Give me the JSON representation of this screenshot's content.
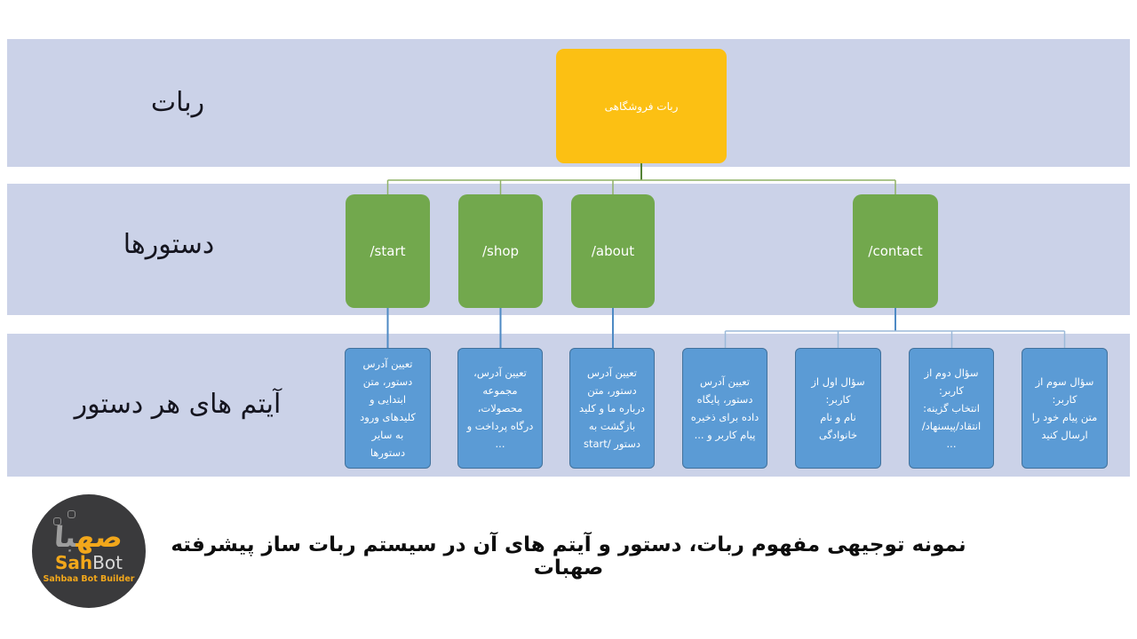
{
  "colors": {
    "band": "#cbd2e8",
    "root_box": "#fcc013",
    "command_box": "#72a84d",
    "item_box": "#5b9bd5",
    "item_border": "#41719c",
    "connector_green_dark": "#548235",
    "connector_green": "#8fb267",
    "connector_blue": "#4e8ac4",
    "connector_blue_light": "#9cb9d9",
    "logo_bg": "#3a3a3c",
    "logo_accent": "#f2a71b",
    "text_dark": "#15151f"
  },
  "rows": [
    {
      "label": "ربات"
    },
    {
      "label": "دستورها"
    },
    {
      "label": "آیتم های هر دستور"
    }
  ],
  "root": {
    "label": "ربات فروشگاهی"
  },
  "commands": [
    {
      "label": "/start"
    },
    {
      "label": "/shop"
    },
    {
      "label": "/about"
    },
    {
      "label": "/contact"
    }
  ],
  "items": [
    {
      "text": "تعیین آدرس\nدستور، متن\nابتدایی و\nکلیدهای ورود\nبه سایر\nدستورها"
    },
    {
      "text": "تعیین آدرس،\nمجموعه\nمحصولات،\nدرگاه پرداخت و\n..."
    },
    {
      "text": "تعیین آدرس\nدستور، متن\nدرباره ما و کلید\nبازگشت به\nدستور /start"
    },
    {
      "text": "تعیین آدرس\nدستور، پایگاه\nداده برای ذخیره\nپیام کاربر و ..."
    },
    {
      "text": "سؤال اول از\nکاربر:\nنام و نام\nخانوادگی"
    },
    {
      "text": "سؤال دوم از\nکاربر:\nانتخاب گزینه:\nانتقاد/پیسنهاد/\n..."
    },
    {
      "text": "سؤال سوم از\nکاربر:\nمتن پیام خود را\nارسال کنید"
    }
  ],
  "caption": "نمونه توجیهی مفهوم ربات، دستور و آیتم های آن در سیستم ربات ساز پیشرفته صهبات",
  "logo": {
    "fa_part1": "صه‍",
    "fa_part2": "‍با",
    "en_accent": "Sah",
    "en_rest": "Bot",
    "tagline": "Sahbaa Bot Builder"
  }
}
